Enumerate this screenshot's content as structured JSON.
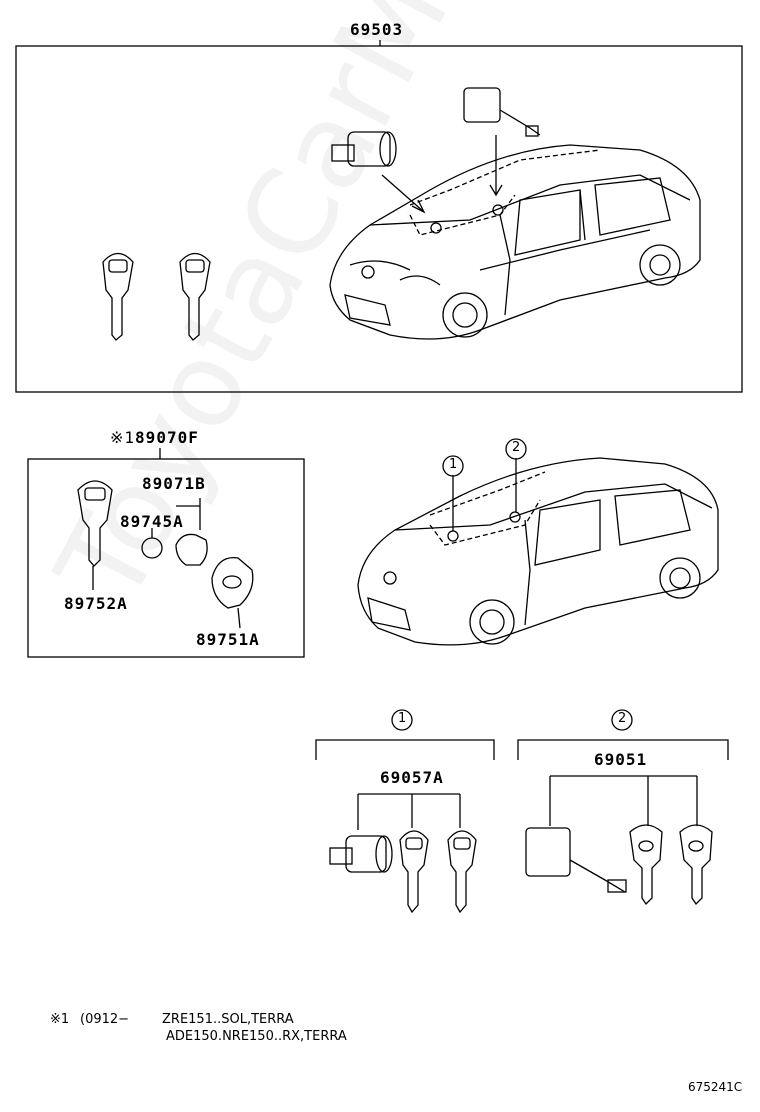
{
  "watermark": "ToyotaCarMine.ru",
  "parts": {
    "p69503": "69503",
    "p89070f": "89070F",
    "p89070f_mark": "※1",
    "p89071b": "89071B",
    "p89745a": "89745A",
    "p89752a": "89752A",
    "p89751a": "89751A",
    "p69057a": "69057A",
    "p69051": "69051"
  },
  "callouts": {
    "c1": "1",
    "c2": "2"
  },
  "footnote": {
    "mark": "※1",
    "date": "(0912−",
    "line1": "ZRE151..SOL,TERRA",
    "line2": "ADE150.NRE150..RX,TERRA"
  },
  "diagram_code": "675241C"
}
